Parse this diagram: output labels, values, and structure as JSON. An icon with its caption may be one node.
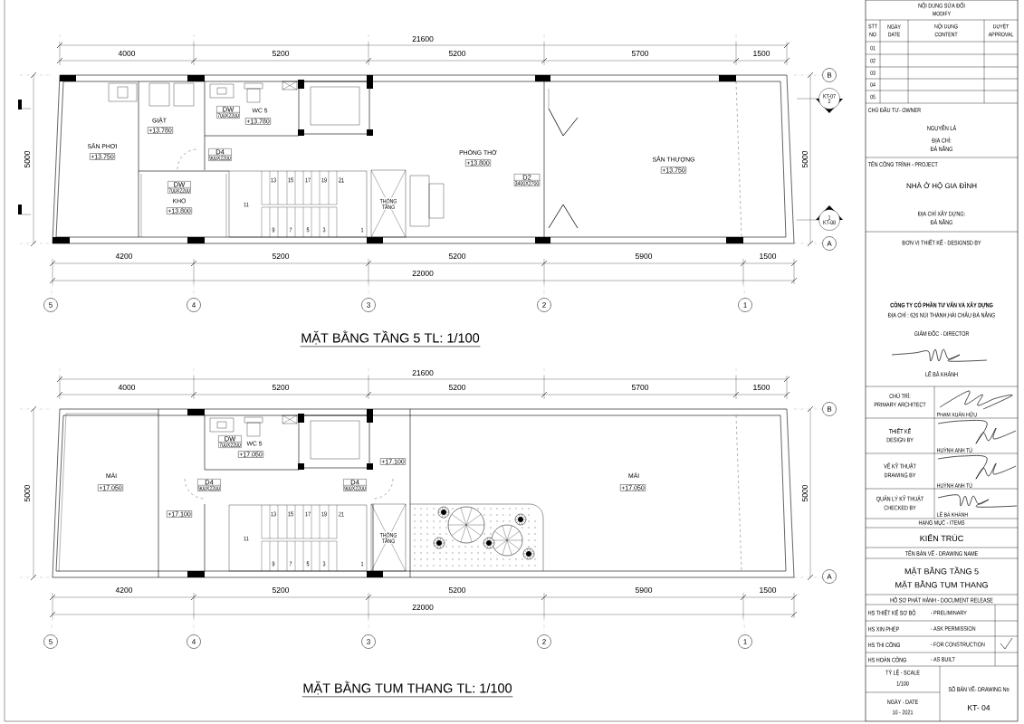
{
  "diagram": {
    "nodes": [
      {
        "text": [
          "5"
        ]
      },
      {
        "text": [
          "4"
        ]
      },
      {
        "text": [
          "3"
        ]
      },
      {
        "text": [
          "2"
        ]
      },
      {
        "text": [
          "1"
        ]
      },
      {
        "text": [
          "B"
        ]
      },
      {
        "text": [
          "KT-07",
          "2"
        ]
      },
      {
        "text": [
          "1",
          "KT-08"
        ]
      },
      {
        "text": [
          "A"
        ]
      },
      {
        "text": [
          "DW",
          "700X2200"
        ]
      },
      {
        "text": [
          "+13.780"
        ]
      },
      {
        "text": [
          "+13.780"
        ]
      },
      {
        "text": [
          "D4",
          "900X2200"
        ]
      },
      {
        "text": [
          "+13.750"
        ]
      },
      {
        "text": [
          "+13.800"
        ]
      },
      {
        "text": [
          "+13.750"
        ]
      },
      {
        "text": [
          "D2",
          "3400X2700"
        ]
      },
      {
        "text": [
          "DW",
          "700X2200"
        ]
      },
      {
        "text": [
          "+13.800"
        ]
      },
      {
        "text": [
          "5"
        ]
      },
      {
        "text": [
          "4"
        ]
      },
      {
        "text": [
          "3"
        ]
      },
      {
        "text": [
          "2"
        ]
      },
      {
        "text": [
          "1"
        ]
      },
      {
        "text": [
          "B"
        ]
      },
      {
        "text": [
          "A"
        ]
      },
      {
        "text": [
          "DW",
          "700X2200"
        ]
      },
      {
        "text": [
          "+17.050"
        ]
      },
      {
        "text": [
          "+17.100"
        ]
      },
      {
        "text": [
          "+17.050"
        ]
      },
      {
        "text": [
          "D4",
          "900X2200"
        ]
      },
      {
        "text": [
          "D4",
          "900X2200"
        ]
      },
      {
        "text": [
          "+17.050"
        ]
      },
      {
        "text": [
          "+17.100"
        ]
      }
    ],
    "labels": [
      "21600",
      "4000",
      "5200",
      "5200",
      "5700",
      "1500",
      "5000",
      "SÂN PHƠI",
      "GIẶT",
      "WC 5",
      "KHO",
      "THÔNG TẦNG",
      "PHÒNG THỜ",
      "SÂN THƯỢNG",
      "13",
      "15",
      "17",
      "19",
      "21",
      "11",
      "9",
      "7",
      "5",
      "3",
      "1",
      "5000",
      "4200",
      "5200",
      "5200",
      "5900",
      "1500",
      "22000",
      "MẶT BẰNG TẦNG 5 TL: 1/100",
      "21600",
      "4000",
      "5200",
      "5200",
      "5700",
      "1500",
      "5000",
      "MÁI",
      "WC 5",
      "THÔNG TẦNG",
      "13",
      "15",
      "17",
      "19",
      "21",
      "11",
      "9",
      "7",
      "5",
      "3",
      "1",
      "MÁI",
      "5000",
      "4200",
      "5200",
      "5200",
      "5900",
      "1500",
      "22000",
      "MẶT BẰNG TUM THANG TL: 1/100",
      "NỘI DUNG SỬA ĐỔI",
      "MODIFY",
      "STT",
      "NGÀY",
      "NỘI DUNG",
      "DUYỆT",
      "NO",
      "DATE",
      "CONTENT",
      "APPROVAL",
      "01",
      "02",
      "03",
      "04",
      "05",
      "CHỦ ĐẦU TƯ- OWNER",
      "NGUYỄN LÁ",
      "ĐỊA CHỈ:",
      "ĐÀ NẴNG",
      "TÊN CÔNG TRÌNH - PROJECT",
      "NHÀ Ở HỘ GIA ĐÌNH",
      "ĐỊA CHỈ XÂY DỰNG:",
      "ĐÀ NẴNG",
      "ĐƠN VỊ THIẾT KẾ - DESIGNSD BY",
      "CÔNG TY CỔ PHẦN TƯ VẤN VÀ XÂY DỰNG",
      "ĐỊA CHỈ : 626 NÚI THÀNH,HẢI CHÂU ĐÀ NẴNG",
      "GIÁM ĐỐC - DIRECTOR",
      "LÊ BÁ KHÁNH",
      "CHỦ TRÌ:",
      "PRIMARY ARCHITECT",
      "PHẠM XUÂN HỮU",
      "THIẾT KẾ",
      "DESIGN BY",
      "HUỲNH ANH TÚ",
      "VẼ KỸ THUẬT",
      "DRAWING BY",
      "HUỲNH ANH TÚ",
      "QUẢN LÝ KỸ THUẬT",
      "CHECKED BY",
      "LÊ BÁ KHÁNH",
      "HẠNG MỤC - ITEMS",
      "KIẾN TRÚC",
      "TÊN BẢN VẼ - DRAWING NAME",
      "MẶT BẰNG TẦNG 5",
      "MẶT BẰNG TUM THANG",
      "HỒ SƠ PHÁT HÀNH - DOCUMENT RELEASE",
      "HS THIẾT KẾ SƠ BỘ",
      "- PRELIMINARY",
      "HS XIN PHÉP",
      "- ASK PERMISSION",
      "HS THI CÔNG",
      "- FOR CONSTRUCTION",
      "HS HOÀN CÔNG",
      "- AS BUILT",
      "TỶ LỆ - SCALE",
      "1/100",
      "SỐ BẢN VẼ- DRAWING No",
      "NGÀY - DATE",
      "10 - 2021",
      "KT- 04"
    ]
  }
}
